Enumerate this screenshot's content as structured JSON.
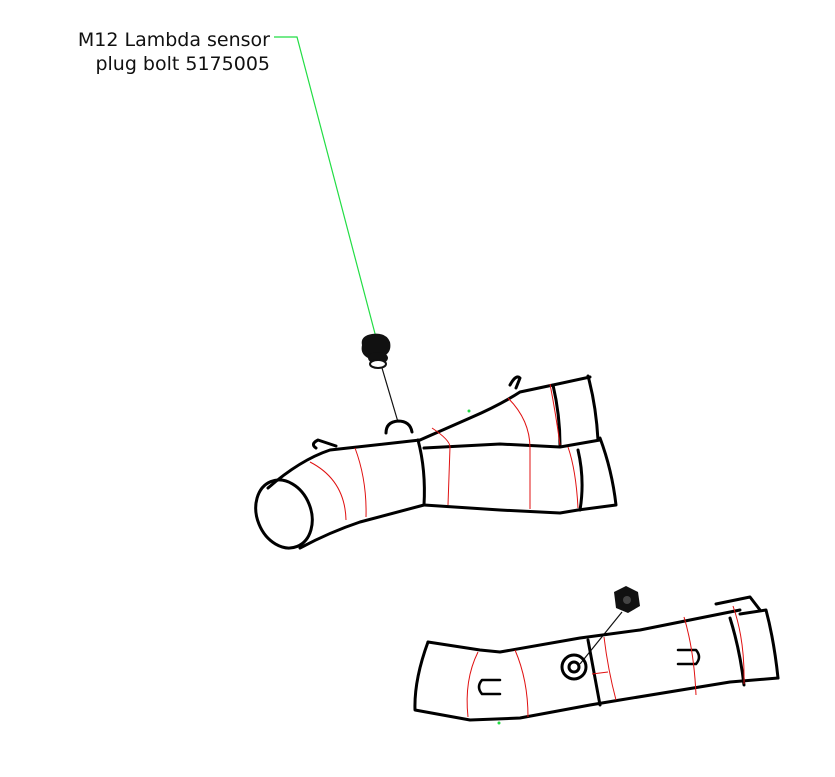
{
  "diagram": {
    "type": "exploded-parts-drawing",
    "callouts": [
      {
        "line1": "M12 Lambda sensor",
        "line2": "plug bolt 5175005",
        "leader_color": "#22dd44"
      }
    ],
    "parts": [
      {
        "name": "lambda-plug-bolt-upper"
      },
      {
        "name": "exhaust-y-pipe-upper"
      },
      {
        "name": "lambda-plug-bolt-lower"
      },
      {
        "name": "exhaust-y-pipe-lower"
      }
    ],
    "colors": {
      "outline": "#000000",
      "weld_lines": "#e01010",
      "leader": "#22dd44"
    }
  }
}
